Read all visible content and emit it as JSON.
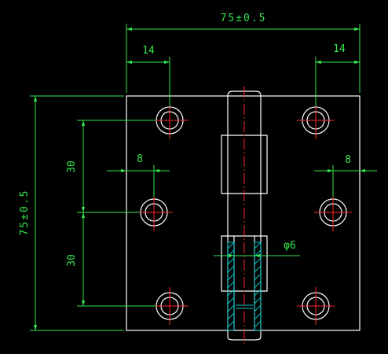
{
  "drawing": {
    "colors": {
      "background": "#000000",
      "outline": "#ffffff",
      "centerline": "#ff2a2a",
      "dimension": "#33e64d",
      "hatch": "#00c8c8"
    },
    "dimensions": {
      "overall_width": "75±0.5",
      "overall_height": "75±0.5",
      "edge_left": "14",
      "edge_right": "14",
      "hole_pitch_upper": "30",
      "hole_pitch_lower": "30",
      "offset_left": "8",
      "offset_right": "8",
      "pin_diameter": "φ6"
    }
  }
}
